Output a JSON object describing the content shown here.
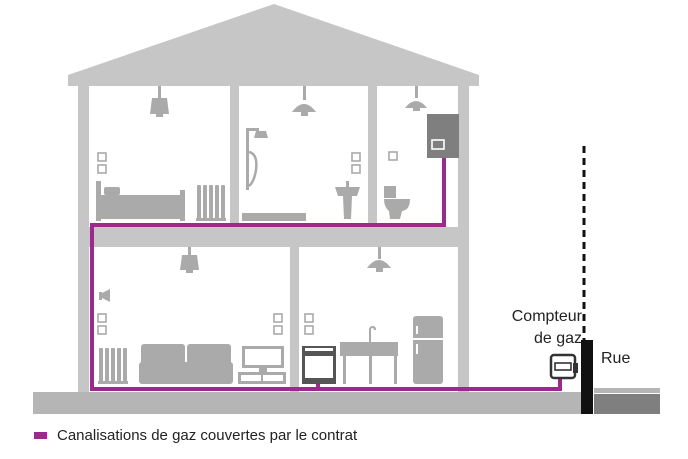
{
  "labels": {
    "meter_line1": "Compteur",
    "meter_line2": "de gaz",
    "street": "Rue"
  },
  "legend": {
    "text": "Canalisations de gaz couvertes par le contrat",
    "color": "#9b2a8c"
  },
  "colors": {
    "house": "#c6c6c6",
    "fixture": "#aaaaaa",
    "pipe": "#9b2a8c",
    "street_line": "#111111",
    "ground": "#b5b5b5",
    "road": "#7f7f7f"
  },
  "icons": [
    "ceiling-lamp-icon",
    "shower-icon",
    "boiler-icon",
    "bed-icon",
    "radiator-icon",
    "bathtub-icon",
    "sink-icon",
    "stove-icon",
    "toilet-icon",
    "sofa-icon",
    "tv-icon",
    "oven-icon",
    "kitchen-sink-icon",
    "fridge-icon",
    "wall-lamp-icon",
    "outlet-icon",
    "gas-meter-icon"
  ]
}
